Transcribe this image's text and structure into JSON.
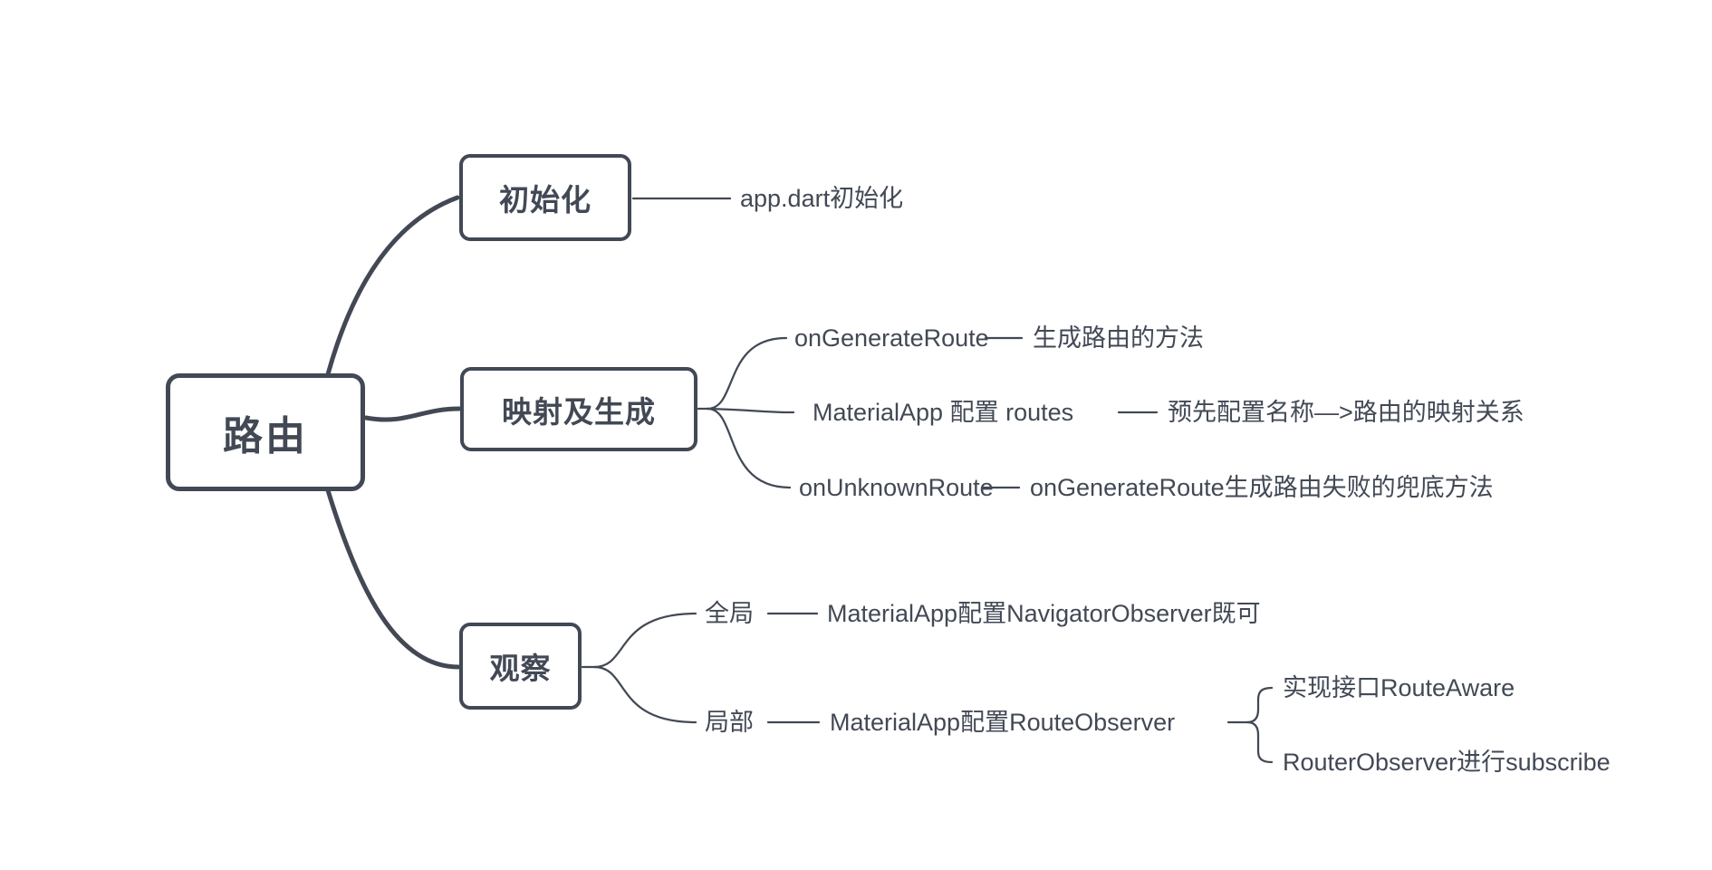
{
  "canvas": {
    "ink_color": "#424955",
    "background_color": "#ffffff"
  },
  "mindmap": {
    "root": {
      "label": "路由"
    },
    "branches": [
      {
        "label": "初始化",
        "children": [
          {
            "label": "app.dart初始化"
          }
        ]
      },
      {
        "label": "映射及生成",
        "children": [
          {
            "label": "onGenerateRoute",
            "children": [
              {
                "label": "生成路由的方法"
              }
            ]
          },
          {
            "label": "MaterialApp 配置 routes",
            "children": [
              {
                "label": "预先配置名称—>路由的映射关系"
              }
            ]
          },
          {
            "label": "onUnknownRoute",
            "children": [
              {
                "label": "onGenerateRoute生成路由失败的兜底方法"
              }
            ]
          }
        ]
      },
      {
        "label": "观察",
        "children": [
          {
            "label": "全局",
            "children": [
              {
                "label": "MaterialApp配置NavigatorObserver既可"
              }
            ]
          },
          {
            "label": "局部",
            "children": [
              {
                "label": "MaterialApp配置RouteObserver",
                "children": [
                  {
                    "label": "实现接口RouteAware"
                  },
                  {
                    "label": "RouterObserver进行subscribe"
                  }
                ]
              }
            ]
          }
        ]
      }
    ]
  }
}
